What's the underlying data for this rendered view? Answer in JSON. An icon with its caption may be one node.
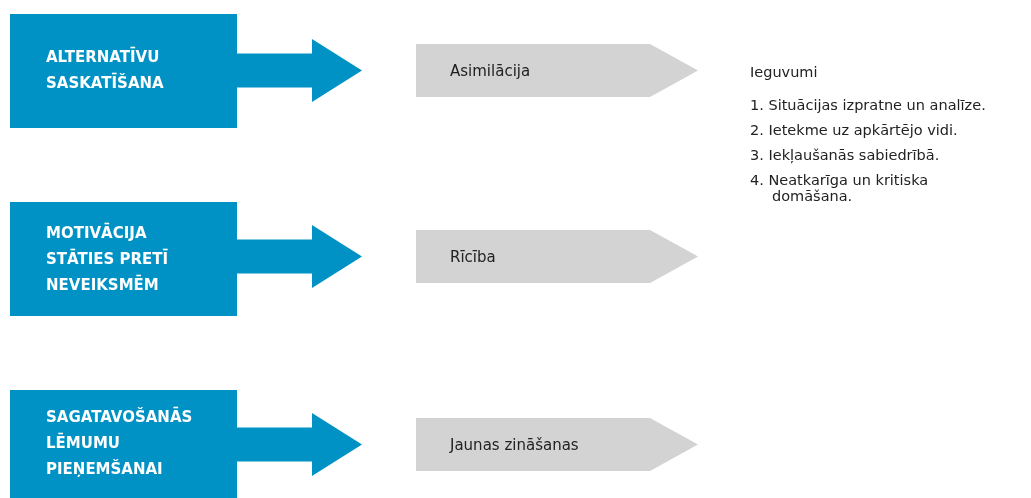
{
  "diagram": {
    "nodes": [
      {
        "text": [
          "ALTERNATĪVU SASKATĪŠANA"
        ]
      },
      {
        "text": [
          "Asimilācija"
        ]
      },
      {
        "text": [
          "MOTIVĀCIJA STĀTIES PRETĪ NEVEIKSMĒM"
        ]
      },
      {
        "text": [
          "Rīcība"
        ]
      },
      {
        "text": [
          "SAGATAVOŠANĀS LĒMUMU PIEŅEMŠANAI"
        ]
      },
      {
        "text": [
          "Jaunas zināšanas"
        ]
      }
    ],
    "edges": [
      {
        "from": 0,
        "to": 1,
        "arrow": "to",
        "style": "thick"
      },
      {
        "from": 2,
        "to": 3,
        "arrow": "to",
        "style": "thick"
      },
      {
        "from": 4,
        "to": 5,
        "arrow": "to",
        "style": "thick"
      }
    ],
    "labels": [
      "Ieguvumi",
      "1. Situācijas izpratne un analīze.",
      "2. Ietekme uz apkārtējo vidi.",
      "3. Iekļaušanās sabiedrībā.",
      "4. Neatkarīga un kritiska domāšana."
    ]
  }
}
